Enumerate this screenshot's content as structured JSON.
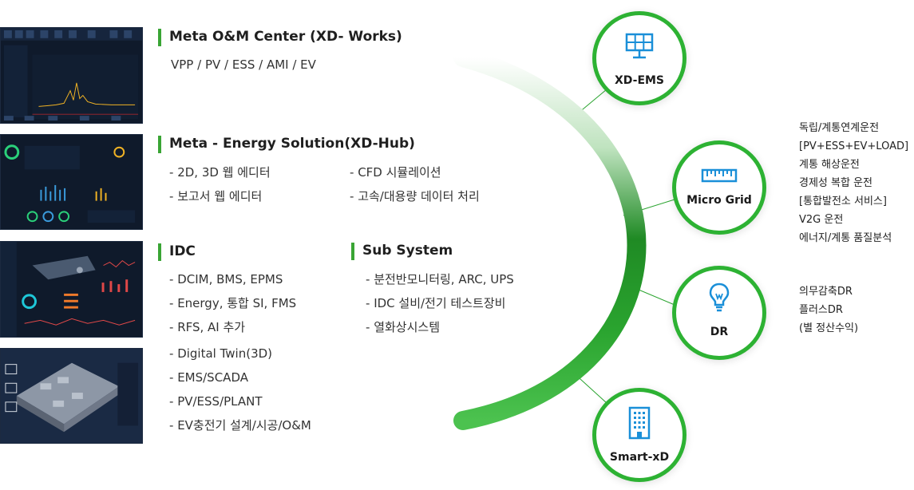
{
  "sections": {
    "om": {
      "title": "Meta O&M Center (XD- Works)",
      "line": "VPP / PV / ESS / AMI / EV"
    },
    "hub": {
      "title": "Meta - Energy Solution(XD-Hub)",
      "col1": [
        "2D, 3D 웹 에디터",
        "보고서 웹 에디터"
      ],
      "col2": [
        "CFD 시뮬레이션",
        "고속/대용량 데이터 처리"
      ]
    },
    "idc": {
      "title": "IDC",
      "items": [
        "DCIM, BMS, EPMS",
        "Energy, 통합 SI, FMS",
        "RFS, AI  추가"
      ]
    },
    "sub": {
      "title": "Sub System",
      "items": [
        "분전반모니터링, ARC, UPS",
        "IDC 설비/전기 테스트장비",
        "열화상시스템"
      ]
    },
    "twin": {
      "items": [
        "Digital Twin(3D)",
        "EMS/SCADA",
        "PV/ESS/PLANT",
        "EV충전기 설계/시공/O&M"
      ]
    }
  },
  "nodes": [
    {
      "label": "XD-EMS",
      "icon": "solar-panel-icon"
    },
    {
      "label": "Micro Grid",
      "icon": "ruler-icon"
    },
    {
      "label": "DR",
      "icon": "light-bulb-icon"
    },
    {
      "label": "Smart-xD",
      "icon": "building-icon"
    }
  ],
  "microgrid_list": [
    "독립/계통연계운전",
    "[PV+ESS+EV+LOAD]",
    "계통 해상운전",
    "경제성 복합 운전",
    "[통합발전소 서비스]",
    "V2G 운전",
    "에너지/계통 품질분석"
  ],
  "dr_list": [
    "의무감축DR",
    "플러스DR",
    "(별 정산수익)"
  ],
  "colors": {
    "accent": "#3aa535",
    "node_border": "#2db233",
    "icon": "#1a8fd8",
    "arc_dark": "#1b7f1f"
  }
}
